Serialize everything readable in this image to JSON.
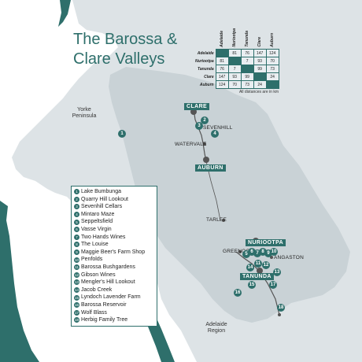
{
  "title": {
    "line1": "The Barossa &",
    "line2": "Clare Valleys"
  },
  "regions": {
    "yorke": "Yorke\nPeninsula",
    "adelaide_region": "Adelaide\nRegion"
  },
  "towns": {
    "clare": "CLARE",
    "sevenhill": "SEVENHILL",
    "watervale": "WATERVALE",
    "auburn": "AUBURN",
    "tarlee": "TARLEE",
    "nuriootpa": "NURIOOTPA",
    "greenock": "GREENOCK",
    "angaston": "ANGASTON",
    "tanunda": "TANUNDA"
  },
  "legend": [
    {
      "num": "1",
      "label": "Lake Bumbunga"
    },
    {
      "num": "2",
      "label": "Quarry Hill Lookout"
    },
    {
      "num": "3",
      "label": "Sevenhill Cellars"
    },
    {
      "num": "4",
      "label": "Mintaro Maze"
    },
    {
      "num": "5",
      "label": "Seppeltsfield"
    },
    {
      "num": "6",
      "label": "Vasse Virgin"
    },
    {
      "num": "7",
      "label": "Two Hands Wines"
    },
    {
      "num": "8",
      "label": "The Louise"
    },
    {
      "num": "9",
      "label": "Maggie Beer's Farm Shop"
    },
    {
      "num": "10",
      "label": "Penfolds"
    },
    {
      "num": "11",
      "label": "Barossa Bushgardens"
    },
    {
      "num": "12",
      "label": "Gibson Wines"
    },
    {
      "num": "13",
      "label": "Mengler's Hill Lookout"
    },
    {
      "num": "14",
      "label": "Jacob Creek"
    },
    {
      "num": "15",
      "label": "Lyndoch Lavender Farm"
    },
    {
      "num": "16",
      "label": "Barossa Reservoir"
    },
    {
      "num": "17",
      "label": "Wolf Blass"
    },
    {
      "num": "18",
      "label": "Herbig Family Tree"
    }
  ],
  "markers": [
    "1",
    "2",
    "3",
    "4",
    "5",
    "6",
    "7",
    "8",
    "9",
    "10",
    "11",
    "12",
    "13",
    "14",
    "15",
    "16",
    "17",
    "18"
  ],
  "distance_table": {
    "columns": [
      "Adelaide",
      "Nuriootpa",
      "Tanunda",
      "Clare",
      "Auburn"
    ],
    "rows": [
      {
        "name": "Adelaide",
        "cells": [
          "",
          "81",
          "76",
          "147",
          "124"
        ]
      },
      {
        "name": "Nuriootpa",
        "cells": [
          "81",
          "",
          "7",
          "93",
          "70"
        ]
      },
      {
        "name": "Tanunda",
        "cells": [
          "76",
          "7",
          "",
          "99",
          "73"
        ]
      },
      {
        "name": "Clare",
        "cells": [
          "147",
          "93",
          "99",
          "",
          "24"
        ]
      },
      {
        "name": "Auburn",
        "cells": [
          "124",
          "70",
          "73",
          "24",
          ""
        ]
      }
    ],
    "note": "All distances are in km"
  },
  "colors": {
    "teal": "#2e6f6b",
    "land": "#dde3e6",
    "sea": "#ffffff"
  }
}
